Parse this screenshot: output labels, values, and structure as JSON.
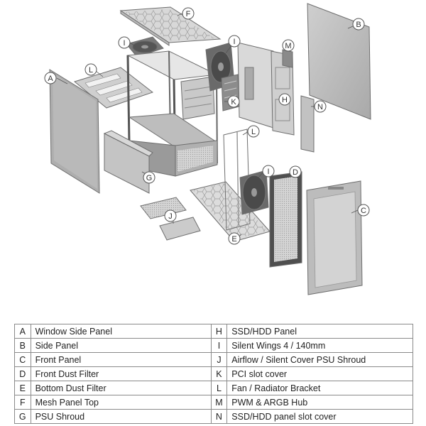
{
  "callouts": [
    "A",
    "B",
    "C",
    "D",
    "E",
    "F",
    "G",
    "H",
    "I",
    "J",
    "K",
    "L",
    "M",
    "N"
  ],
  "legend": {
    "left": [
      {
        "letter": "A",
        "label": "Window Side Panel"
      },
      {
        "letter": "B",
        "label": "Side Panel"
      },
      {
        "letter": "C",
        "label": "Front Panel"
      },
      {
        "letter": "D",
        "label": "Front Dust Filter"
      },
      {
        "letter": "E",
        "label": "Bottom Dust Filter"
      },
      {
        "letter": "F",
        "label": "Mesh Panel Top"
      },
      {
        "letter": "G",
        "label": "PSU Shroud"
      }
    ],
    "right": [
      {
        "letter": "H",
        "label": "SSD/HDD Panel"
      },
      {
        "letter": "I",
        "label": "Silent Wings 4 / 140mm"
      },
      {
        "letter": "J",
        "label": "Airflow / Silent Cover PSU Shroud"
      },
      {
        "letter": "K",
        "label": "PCI slot cover"
      },
      {
        "letter": "L",
        "label": "Fan / Radiator Bracket"
      },
      {
        "letter": "M",
        "label": "PWM & ARGB Hub"
      },
      {
        "letter": "N",
        "label": "SSD/HDD panel slot cover"
      }
    ]
  }
}
